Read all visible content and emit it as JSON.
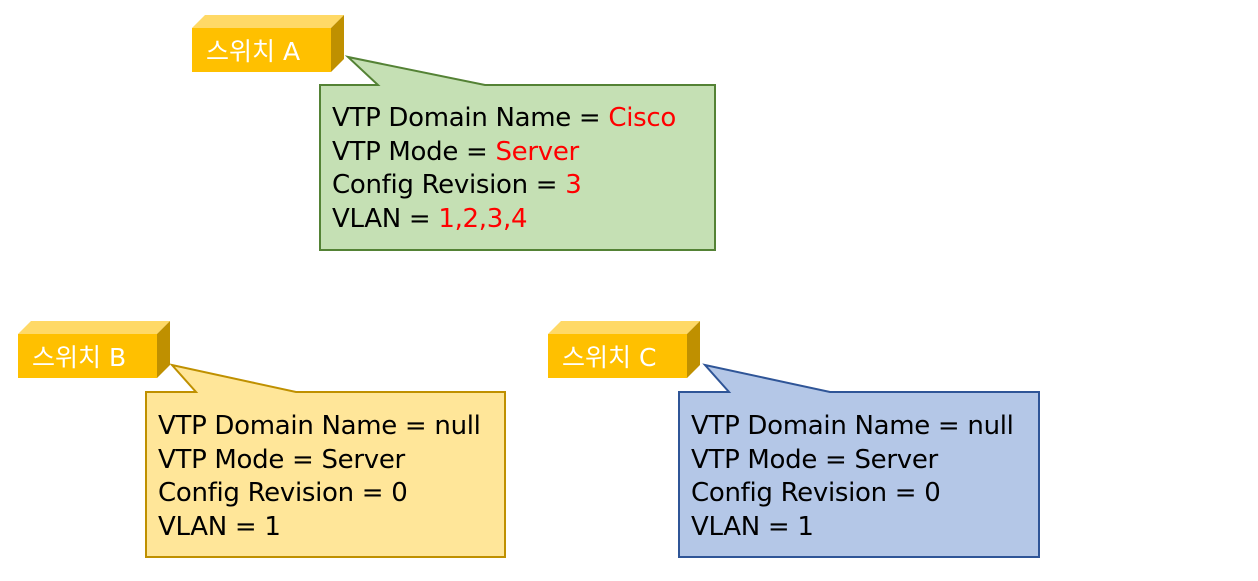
{
  "switches": [
    {
      "label": "스위치 A",
      "fields": {
        "domain_label": "VTP Domain Name = ",
        "domain_value": "Cisco",
        "mode_label": "VTP Mode = ",
        "mode_value": "Server",
        "revision_label": "Config Revision = ",
        "revision_value": "3",
        "vlan_label": "VLAN = ",
        "vlan_value": "1,2,3,4"
      },
      "colors": {
        "fill": "#c5e0b4",
        "stroke": "#548235",
        "value": "#ff0000"
      }
    },
    {
      "label": "스위치 B",
      "fields": {
        "domain_label": "VTP Domain Name = ",
        "domain_value": "null",
        "mode_label": "VTP Mode = ",
        "mode_value": "Server",
        "revision_label": "Config Revision = ",
        "revision_value": "0",
        "vlan_label": "VLAN = ",
        "vlan_value": "1"
      },
      "colors": {
        "fill": "#ffe699",
        "stroke": "#bf9000",
        "value": "#000000"
      }
    },
    {
      "label": "스위치 C",
      "fields": {
        "domain_label": "VTP Domain Name = ",
        "domain_value": "null",
        "mode_label": "VTP Mode = ",
        "mode_value": "Server",
        "revision_label": "Config Revision = ",
        "revision_value": "0",
        "vlan_label": "VLAN = ",
        "vlan_value": "1"
      },
      "colors": {
        "fill": "#b4c7e7",
        "stroke": "#2f5597",
        "value": "#000000"
      }
    }
  ],
  "label_colors": {
    "front": "#ffc000",
    "top": "#ffd966",
    "side": "#bf9000",
    "text": "#ffffff"
  }
}
